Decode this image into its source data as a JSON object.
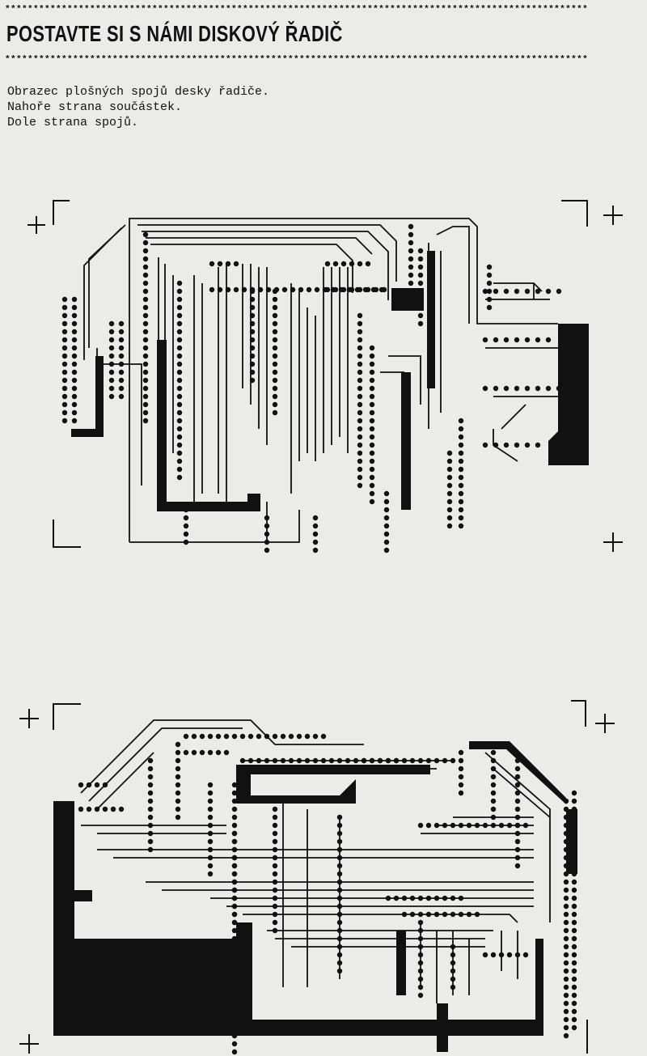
{
  "header": {
    "stars": "*******************************************************************************************************",
    "title": "POSTAVTE SI S NÁMI DISKOVÝ ŘADIČ"
  },
  "caption": {
    "line1": "Obrazec plošných spojů desky řadiče.",
    "line2": "Nahoře strana součástek.",
    "line3": "Dole strana spojů."
  },
  "colors": {
    "ink": "#111111",
    "paper": "#ecebe8"
  }
}
